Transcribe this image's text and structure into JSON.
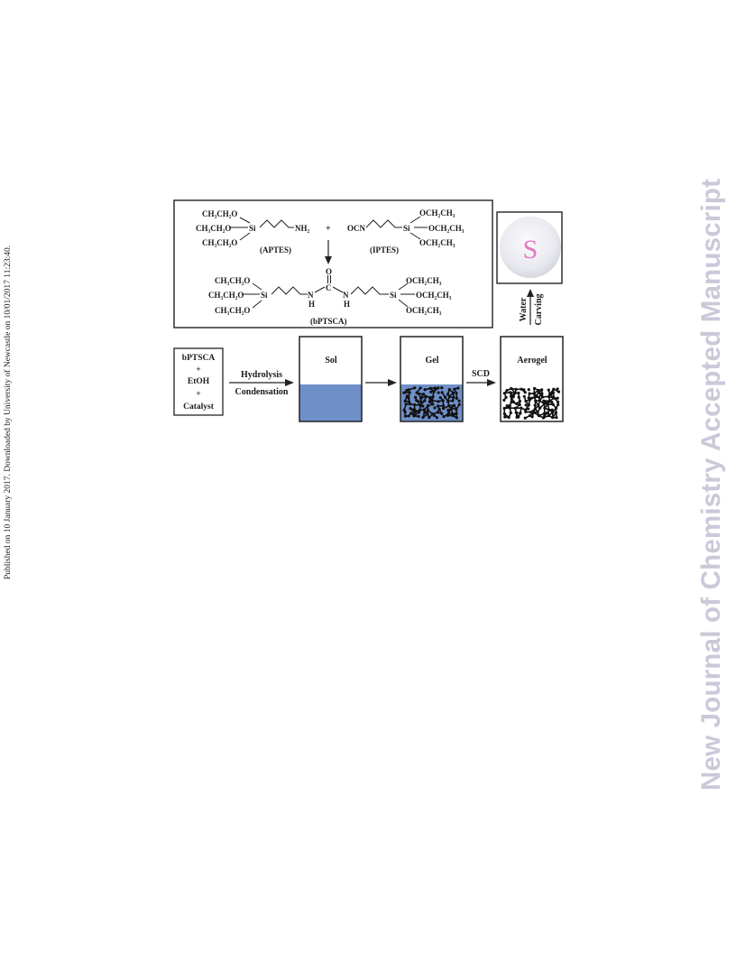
{
  "sidebar_left": {
    "text": "Published on 10 January 2017. Downloaded by University of Newcastle on 10/01/2017 11:23:40."
  },
  "sidebar_right": {
    "text": "New Journal of Chemistry Accepted Manuscript"
  },
  "scheme": {
    "aptes": {
      "r1": "CH₃CH₂O",
      "r2": "CH₃CH₂O",
      "r3": "CH₃CH₂O",
      "si": "Si",
      "nh2": "NH₂",
      "label": "(APTES)"
    },
    "plus": "+",
    "iptes": {
      "ocn": "OCN",
      "si": "Si",
      "r1": "OCH₂CH₃",
      "r2": "OCH₂CH₃",
      "r3": "OCH₂CH₃",
      "label": "(IPTES)"
    },
    "bptsca": {
      "l1": "CH₃CH₂O",
      "l2": "CH₃CH₂O",
      "l3": "CH₃CH₂O",
      "si1": "Si",
      "n1": "N",
      "h1": "H",
      "c": "C",
      "o": "O",
      "n2": "N",
      "h2": "H",
      "si2": "Si",
      "r1": "OCH₂CH₃",
      "r2": "OCH₂CH₃",
      "r3": "OCH₂CH₃",
      "label": "(bPTSCA)"
    }
  },
  "process": {
    "reagents": [
      "bPTSCA",
      "+",
      "EtOH",
      "+",
      "Catalyst"
    ],
    "step1_top": "Hydrolysis",
    "step1_bottom": "Condensation",
    "sol": "Sol",
    "gel": "Gel",
    "scd": "SCD",
    "aerogel": "Aerogel",
    "carving_1": "Water",
    "carving_2": "Carving",
    "sample_letter": "S"
  },
  "colors": {
    "sol_fill": "#6f8fc8",
    "gel_fill": "#6f8fc8",
    "watermark": "#c9c9d9",
    "letter": "#e060b8"
  }
}
